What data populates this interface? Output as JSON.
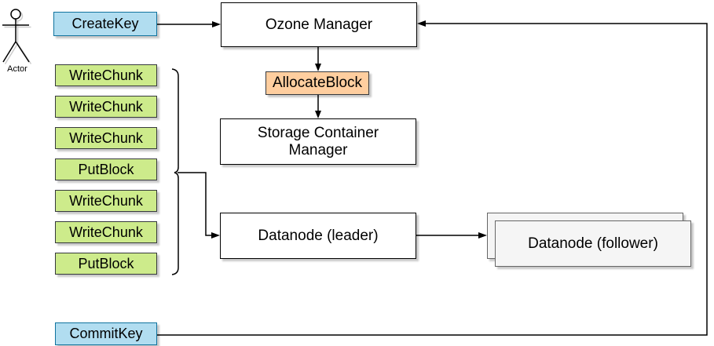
{
  "actor": {
    "label": "Actor"
  },
  "client_calls": {
    "create_key": "CreateKey",
    "operations": [
      "WriteChunk",
      "WriteChunk",
      "WriteChunk",
      "PutBlock",
      "WriteChunk",
      "WriteChunk",
      "PutBlock"
    ],
    "commit_key": "CommitKey"
  },
  "nodes": {
    "ozone_manager": "Ozone Manager",
    "allocate_block": "AllocateBlock",
    "storage_container_manager": "Storage Container Manager",
    "datanode_leader": "Datanode (leader)",
    "datanode_follower": "Datanode (follower)"
  },
  "colors": {
    "call_fill": "#b1ddf0",
    "call_stroke": "#10739e",
    "op_fill": "#cdeb8b",
    "op_stroke": "#36393d",
    "alloc_fill": "#ffce9f",
    "alloc_stroke": "#36393d",
    "node_fill": "#ffffff",
    "node_stroke": "#000000",
    "follower_fill": "#f5f5f5",
    "follower_stroke": "#666666",
    "line": "#000000"
  }
}
